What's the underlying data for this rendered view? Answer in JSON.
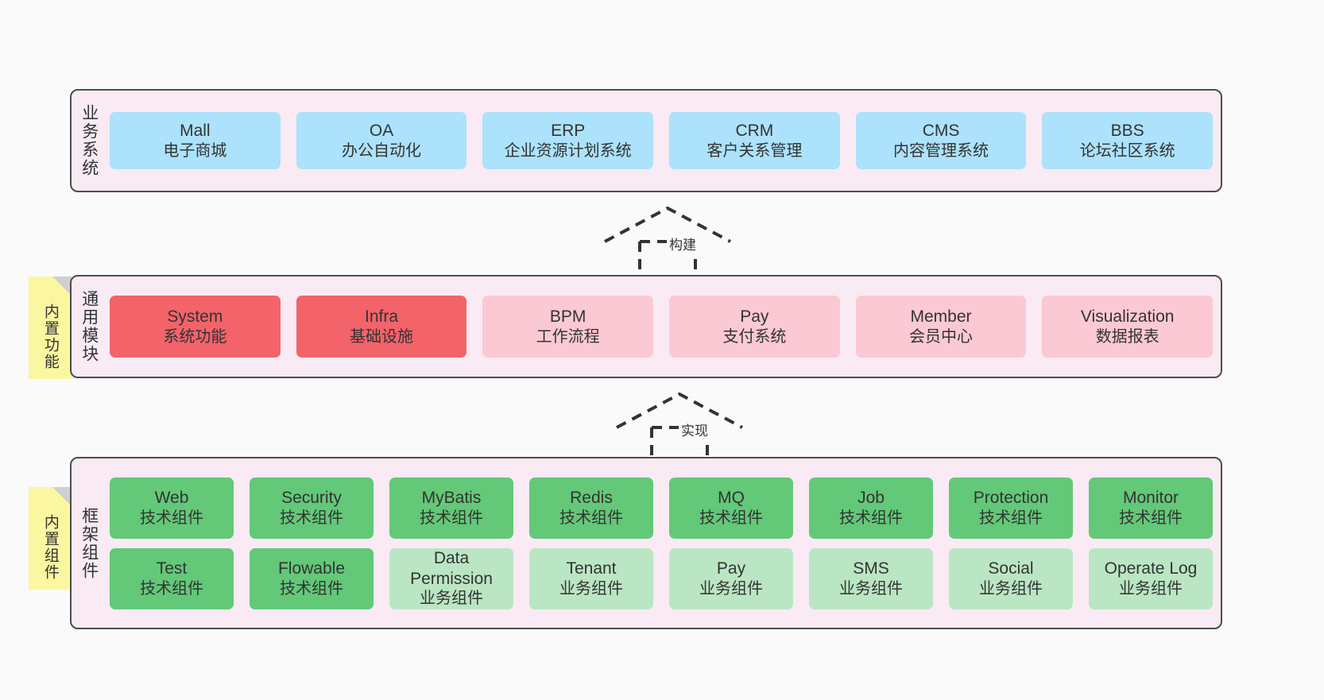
{
  "diagram": {
    "background": "#fafafa",
    "layer_fill": "#f9eaf4",
    "layer_border": "#4d4d4d",
    "colors": {
      "blue": "#ace2fb",
      "red": "#f2636a",
      "pink": "#fbc9d3",
      "green": "#63c878",
      "light_green": "#bae6c4",
      "note_yellow": "#fbf6a0",
      "note_fold": "#cfcfcf"
    }
  },
  "notes": [
    {
      "id": "built-in-features",
      "label": "内置功能"
    },
    {
      "id": "built-in-components",
      "label": "内置组件"
    }
  ],
  "connectors": [
    {
      "id": "build",
      "label": "构建"
    },
    {
      "id": "implement",
      "label": "实现"
    }
  ],
  "layers": [
    {
      "id": "business-system",
      "title": "业务系统",
      "rows": [
        {
          "cards": [
            {
              "name": "Mall",
              "desc": "电子商城",
              "style": "blue"
            },
            {
              "name": "OA",
              "desc": "办公自动化",
              "style": "blue"
            },
            {
              "name": "ERP",
              "desc": "企业资源计划系统",
              "style": "blue"
            },
            {
              "name": "CRM",
              "desc": "客户关系管理",
              "style": "blue"
            },
            {
              "name": "CMS",
              "desc": "内容管理系统",
              "style": "blue"
            },
            {
              "name": "BBS",
              "desc": "论坛社区系统",
              "style": "blue"
            }
          ]
        }
      ]
    },
    {
      "id": "common-modules",
      "title": "通用模块",
      "rows": [
        {
          "cards": [
            {
              "name": "System",
              "desc": "系统功能",
              "style": "red"
            },
            {
              "name": "Infra",
              "desc": "基础设施",
              "style": "red"
            },
            {
              "name": "BPM",
              "desc": "工作流程",
              "style": "pink"
            },
            {
              "name": "Pay",
              "desc": "支付系统",
              "style": "pink"
            },
            {
              "name": "Member",
              "desc": "会员中心",
              "style": "pink"
            },
            {
              "name": "Visualization",
              "desc": "数据报表",
              "style": "pink"
            }
          ]
        }
      ]
    },
    {
      "id": "framework-components",
      "title": "框架组件",
      "rows": [
        {
          "cards": [
            {
              "name": "Web",
              "desc": "技术组件",
              "style": "green"
            },
            {
              "name": "Security",
              "desc": "技术组件",
              "style": "green"
            },
            {
              "name": "MyBatis",
              "desc": "技术组件",
              "style": "green"
            },
            {
              "name": "Redis",
              "desc": "技术组件",
              "style": "green"
            },
            {
              "name": "MQ",
              "desc": "技术组件",
              "style": "green"
            },
            {
              "name": "Job",
              "desc": "技术组件",
              "style": "green"
            },
            {
              "name": "Protection",
              "desc": "技术组件",
              "style": "green"
            },
            {
              "name": "Monitor",
              "desc": "技术组件",
              "style": "green"
            }
          ]
        },
        {
          "cards": [
            {
              "name": "Test",
              "desc": "技术组件",
              "style": "green"
            },
            {
              "name": "Flowable",
              "desc": "技术组件",
              "style": "green"
            },
            {
              "name": "Data Permission",
              "desc": "业务组件",
              "style": "lgreen"
            },
            {
              "name": "Tenant",
              "desc": "业务组件",
              "style": "lgreen"
            },
            {
              "name": "Pay",
              "desc": "业务组件",
              "style": "lgreen"
            },
            {
              "name": "SMS",
              "desc": "业务组件",
              "style": "lgreen"
            },
            {
              "name": "Social",
              "desc": "业务组件",
              "style": "lgreen"
            },
            {
              "name": "Operate Log",
              "desc": "业务组件",
              "style": "lgreen"
            }
          ]
        }
      ]
    }
  ]
}
